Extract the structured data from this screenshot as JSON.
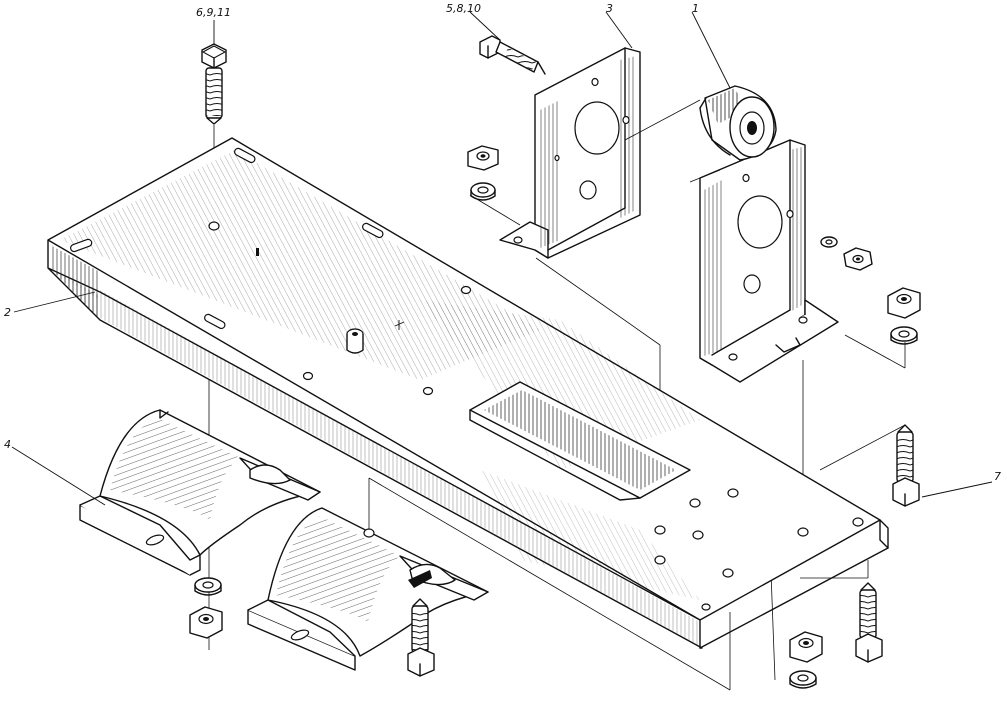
{
  "figure": {
    "callouts": [
      {
        "id": "c1",
        "text": "1"
      },
      {
        "id": "c2",
        "text": "2"
      },
      {
        "id": "c3",
        "text": "3"
      },
      {
        "id": "c4",
        "text": "4"
      },
      {
        "id": "c7",
        "text": "7"
      },
      {
        "id": "c5810",
        "text": "5,8,10"
      },
      {
        "id": "c6911",
        "text": "6,9,11"
      }
    ]
  }
}
